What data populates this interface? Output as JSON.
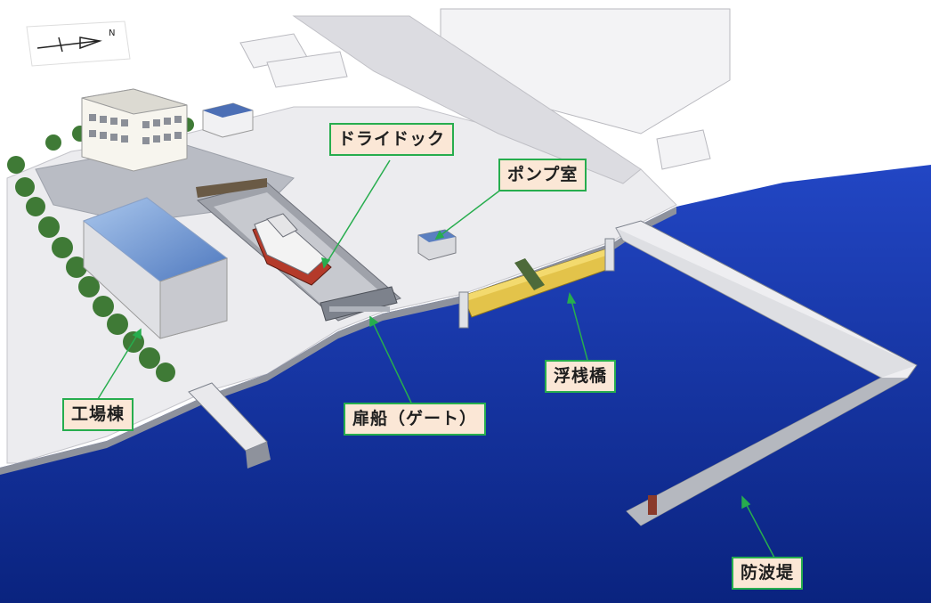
{
  "compass": {
    "north_letter": "N",
    "icon": "north-arrow-icon"
  },
  "labels": {
    "drydock": "ドライドック",
    "pump_room": "ポンプ室",
    "factory": "工場棟",
    "gate": "扉船（ゲート）",
    "pontoon": "浮桟橋",
    "breakwater": "防波堤"
  },
  "colors": {
    "sea": "#0d2b9a",
    "label_border": "#27ad4e",
    "label_fill": "#fbe7d6",
    "leader_line": "#27ad4e",
    "concrete": "#e9e9ec"
  }
}
